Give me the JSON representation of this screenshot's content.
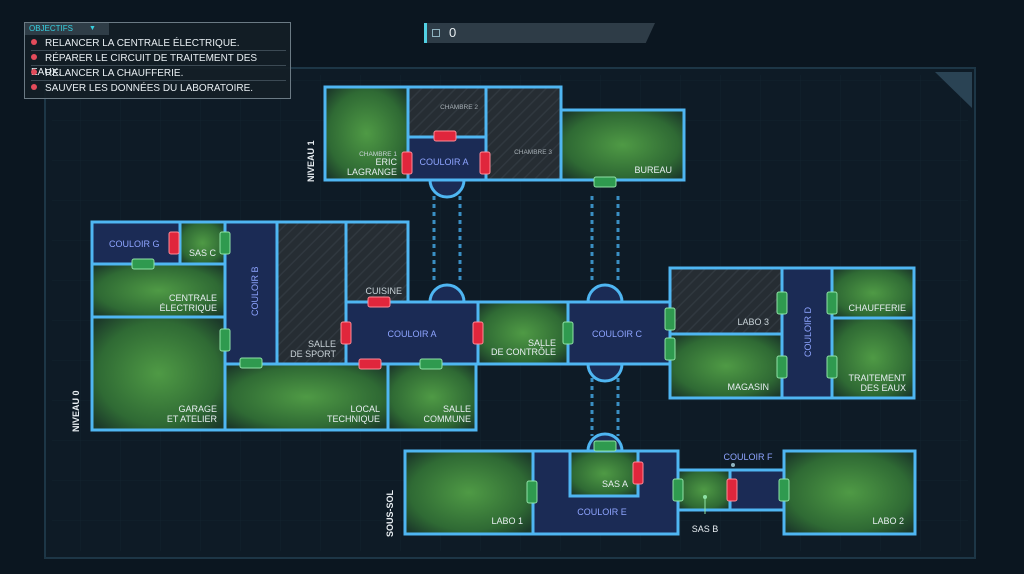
{
  "objectives": {
    "header": "OBJECTIFS",
    "items": [
      "RELANCER LA CENTRALE ÉLECTRIQUE.",
      "RÉPARER LE CIRCUIT DE TRAITEMENT DES EAUX.",
      "RELANCER LA CHAUFFERIE.",
      "SAUVER LES DONNÉES DU LABORATOIRE."
    ]
  },
  "score": {
    "value": "0"
  },
  "levels": {
    "top": "NIVEAU 1",
    "middle": "NIVEAU 0",
    "bottom": "SOUS-SOL"
  },
  "rooms": {
    "chambre1": [
      "CHAMBRE 1",
      "ERIC",
      "LAGRANGE"
    ],
    "couloir_a_top": "COULOIR A",
    "chambre2": "CHAMBRE 2",
    "chambre3": "CHAMBRE 3",
    "bureau": "BUREAU",
    "couloir_g": "COULOIR G",
    "sas_c": "SAS C",
    "couloir_b": "COULOIR B",
    "centrale": [
      "CENTRALE",
      "ÉLECTRIQUE"
    ],
    "salle_sport": [
      "SALLE",
      "DE SPORT"
    ],
    "cuisine": "CUISINE",
    "couloir_a_mid": "COULOIR A",
    "salle_controle": [
      "SALLE",
      "DE CONTRÔLE"
    ],
    "couloir_c": "COULOIR C",
    "labo3": "LABO 3",
    "couloir_d": "COULOIR D",
    "chaufferie": "CHAUFFERIE",
    "magasin": "MAGASIN",
    "traitement": [
      "TRAITEMENT",
      "DES EAUX"
    ],
    "garage": [
      "GARAGE",
      "ET ATELIER"
    ],
    "local_technique": [
      "LOCAL",
      "TECHNIQUE"
    ],
    "salle_commune": [
      "SALLE",
      "COMMUNE"
    ],
    "couloir_f": "COULOIR F",
    "sas_a": "SAS A",
    "labo1": "LABO 1",
    "couloir_e": "COULOIR E",
    "sas_b": "SAS B",
    "labo2": "LABO 2"
  },
  "colors": {
    "background": "#0b1620",
    "wall": "#4fb6f2",
    "room_green": "#3d8a3b",
    "corridor": "#1b2b55",
    "door_locked": "#e0263c",
    "door_open": "#2f9a4f",
    "accent": "#37d0e0"
  }
}
